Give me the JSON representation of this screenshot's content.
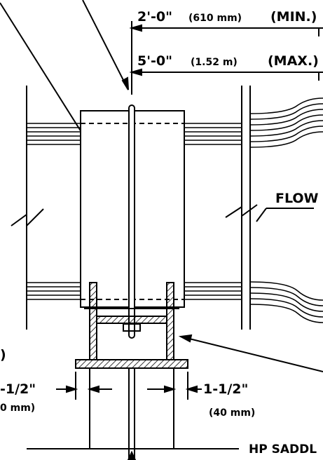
{
  "dimensions": {
    "min": {
      "value": "2'-0\"",
      "metric": "(610 mm)",
      "qualifier": "(MIN.)"
    },
    "max": {
      "value": "5'-0\"",
      "metric": "(1.52 m)",
      "qualifier": "(MAX.)"
    },
    "left_clearance": {
      "value": "-1/2\"",
      "metric": "0 mm)"
    },
    "right_clearance": {
      "value": "1-1/2\"",
      "metric": "(40 mm)"
    }
  },
  "labels": {
    "flow": "FLOW",
    "saddle": "HP SADDL",
    "paren_fragment": ")"
  },
  "colors": {
    "line": "#000000",
    "background": "#ffffff"
  }
}
